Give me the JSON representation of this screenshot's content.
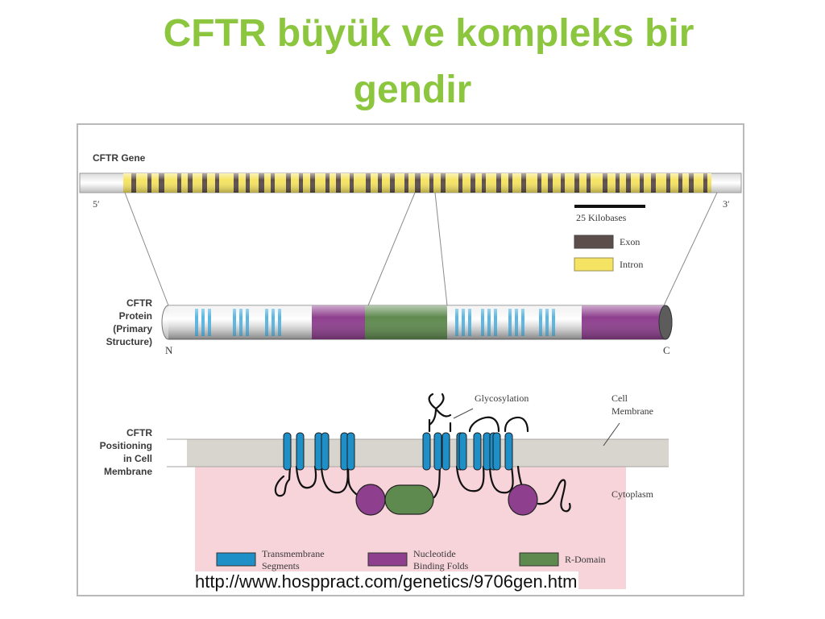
{
  "slide": {
    "title_line1": "CFTR  büyük  ve kompleks bir",
    "title_line2": "gendir",
    "url": "http://www.hosppract.com/genetics/9706gen.htm"
  },
  "figure": {
    "gene": {
      "label": "CFTR Gene",
      "end_5": "5′",
      "end_3": "3′",
      "scale_label": "25 Kilobases",
      "legend": [
        {
          "name": "Exon",
          "color": "#5b4e4b"
        },
        {
          "name": "Intron",
          "color": "#f5e463"
        }
      ]
    },
    "protein": {
      "label": [
        "CFTR",
        "Protein",
        "(Primary",
        "Structure)"
      ],
      "n_label": "N",
      "c_label": "C"
    },
    "membrane": {
      "label": [
        "CFTR",
        "Positioning",
        "in Cell",
        "Membrane"
      ],
      "glycosylation": "Glycosylation",
      "cell_membrane": [
        "Cell",
        "Membrane"
      ],
      "cytoplasm": "Cytoplasm"
    },
    "legend": [
      {
        "lines": [
          "Transmembrane",
          "Segments"
        ],
        "color": "#1f8fc8"
      },
      {
        "lines": [
          "Nucleotide",
          "Binding Folds"
        ],
        "color": "#8e3f8e"
      },
      {
        "lines": [
          "R-Domain"
        ],
        "color": "#5f8a4f"
      }
    ],
    "colors": {
      "transmembrane": "#1f8fc8",
      "nbf": "#8e3f8e",
      "rdomain": "#5f8a4f",
      "membrane": "#d8d5cf",
      "cytoplasm": "#f7d3da",
      "title": "#8cc63f"
    }
  }
}
